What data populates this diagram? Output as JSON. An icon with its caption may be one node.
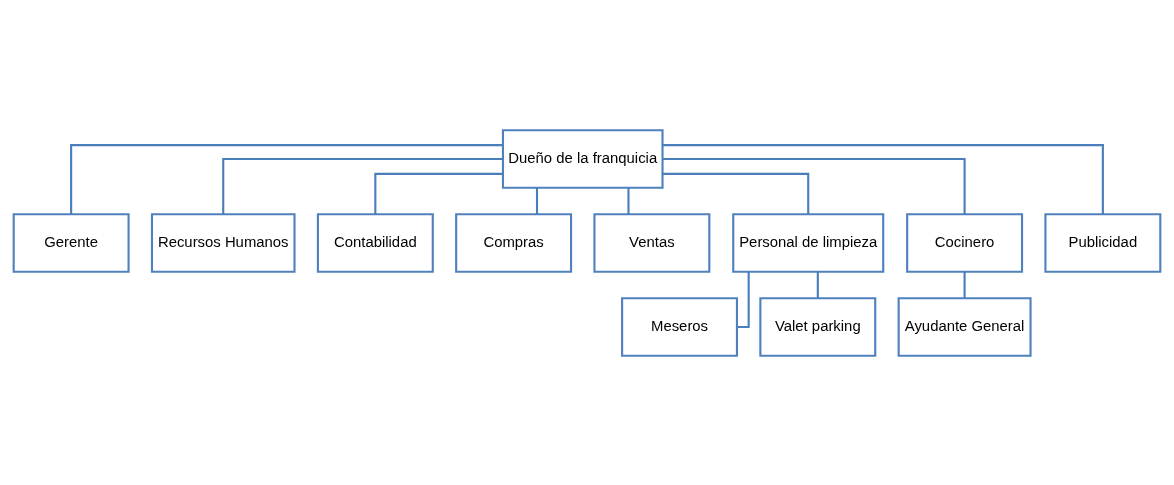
{
  "diagram": {
    "nodes": [
      {
        "text": [
          "Dueño de la franquicia"
        ]
      },
      {
        "text": [
          "Gerente"
        ]
      },
      {
        "text": [
          "Recursos Humanos"
        ]
      },
      {
        "text": [
          "Contabilidad"
        ]
      },
      {
        "text": [
          "Compras"
        ]
      },
      {
        "text": [
          "Ventas"
        ]
      },
      {
        "text": [
          "Personal de limpieza"
        ]
      },
      {
        "text": [
          "Cocinero"
        ]
      },
      {
        "text": [
          "Publicidad"
        ]
      },
      {
        "text": [
          "Meseros"
        ]
      },
      {
        "text": [
          "Ayudante General"
        ]
      },
      {
        "text": [
          "Valet parking"
        ]
      }
    ],
    "edges": [
      {
        "from": 0,
        "to": 1,
        "arrow": "none"
      },
      {
        "from": 0,
        "to": 2,
        "arrow": "none"
      },
      {
        "from": 0,
        "to": 3,
        "arrow": "none"
      },
      {
        "from": 0,
        "to": 4,
        "arrow": "none"
      },
      {
        "from": 0,
        "to": 5,
        "arrow": "none"
      },
      {
        "from": 0,
        "to": 6,
        "arrow": "none"
      },
      {
        "from": 0,
        "to": 7,
        "arrow": "none"
      },
      {
        "from": 0,
        "to": 8,
        "arrow": "none"
      },
      {
        "from": 6,
        "to": 9,
        "arrow": "none"
      },
      {
        "from": 6,
        "to": 11,
        "arrow": "none"
      },
      {
        "from": 7,
        "to": 10,
        "arrow": "none"
      }
    ]
  }
}
